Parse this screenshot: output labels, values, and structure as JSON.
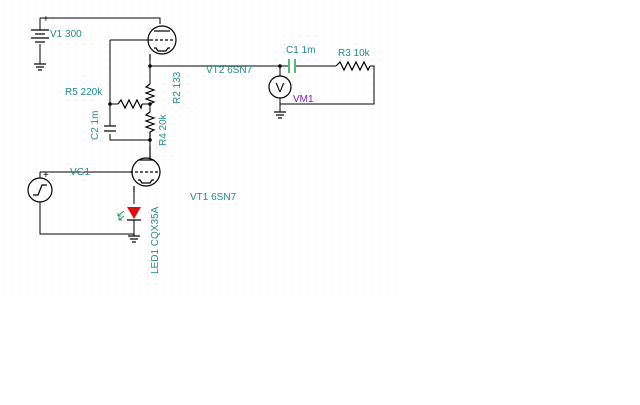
{
  "colors": {
    "label": "#1f8a8a",
    "wire": "#000000",
    "component": "#000000",
    "capacitor": "#1aa34a",
    "led": "#e01010",
    "meter_label": "#7a1fa0",
    "grid_dot": "#d8d8d8"
  },
  "components": {
    "v1": {
      "label": "V1 300",
      "icon": "battery-icon"
    },
    "vt2": {
      "label": "VT2 6SN7",
      "icon": "vacuum-tube-icon"
    },
    "vt1": {
      "label": "VT1 6SN7",
      "icon": "vacuum-tube-icon"
    },
    "c1": {
      "label": "C1 1m",
      "icon": "capacitor-icon"
    },
    "r3": {
      "label": "R3 10k",
      "icon": "resistor-icon"
    },
    "vm1": {
      "label": "VM1",
      "icon": "voltmeter-icon",
      "symbol": "V"
    },
    "r5": {
      "label": "R5 220k",
      "icon": "resistor-icon"
    },
    "r2": {
      "label": "R2 133",
      "icon": "resistor-icon"
    },
    "r4": {
      "label": "R4 20k",
      "icon": "resistor-icon"
    },
    "c2": {
      "label": "C2 1m",
      "icon": "capacitor-icon"
    },
    "vg1": {
      "label": "VG1",
      "icon": "signal-generator-icon"
    },
    "led1": {
      "label": "LED1 CQX35A",
      "icon": "led-icon"
    }
  },
  "polarity_marks": {
    "plus": "+"
  }
}
